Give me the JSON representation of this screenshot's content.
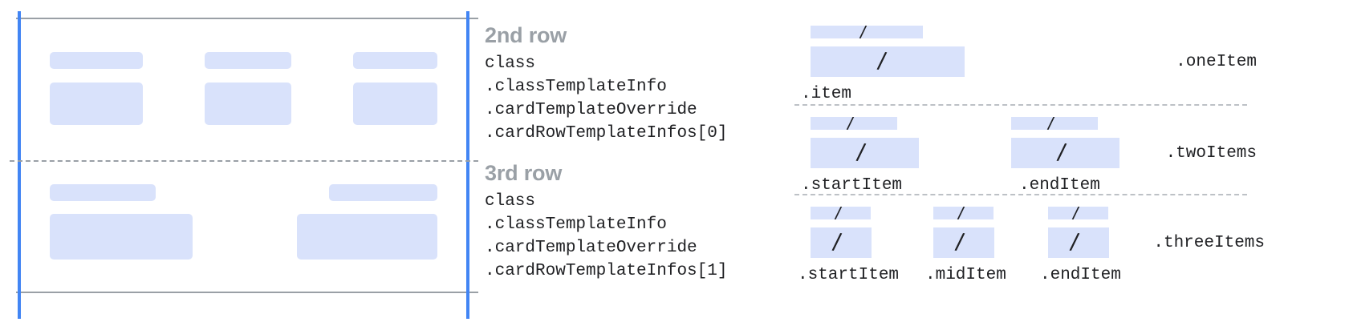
{
  "colors": {
    "placeholder_fill": "#d9e2fb",
    "card_edge_blue": "#4285f4",
    "card_rule_gray": "#9aa0a6",
    "dashed_gray": "#bdc1c6",
    "heading_gray": "#9aa0a6",
    "code_text": "#202124"
  },
  "left_diagram": {
    "name": "card-row-layout-preview",
    "row1": {
      "columns": [
        {
          "small_chip": "",
          "large_box": ""
        },
        {
          "small_chip": "",
          "large_box": ""
        },
        {
          "small_chip": "",
          "large_box": ""
        }
      ]
    },
    "row2": {
      "columns": [
        {
          "small_chip": "",
          "large_box": ""
        },
        {
          "small_chip": "",
          "large_box": ""
        }
      ]
    }
  },
  "row_descriptions": [
    {
      "heading": "2nd row",
      "code_lines": [
        "class",
        ".classTemplateInfo",
        ".cardTemplateOverride",
        ".cardRowTemplateInfos[0]"
      ]
    },
    {
      "heading": "3rd row",
      "code_lines": [
        "class",
        ".classTemplateInfo",
        ".cardTemplateOverride",
        ".cardRowTemplateInfos[1]"
      ]
    }
  ],
  "variants": [
    {
      "variant_label": ".oneItem",
      "items": [
        {
          "label": ".item",
          "glyph": "/"
        }
      ]
    },
    {
      "variant_label": ".twoItems",
      "items": [
        {
          "label": ".startItem",
          "glyph": "/"
        },
        {
          "label": ".endItem",
          "glyph": "/"
        }
      ]
    },
    {
      "variant_label": ".threeItems",
      "items": [
        {
          "label": ".startItem",
          "glyph": "/"
        },
        {
          "label": ".midItem",
          "glyph": "/"
        },
        {
          "label": ".endItem",
          "glyph": "/"
        }
      ]
    }
  ]
}
